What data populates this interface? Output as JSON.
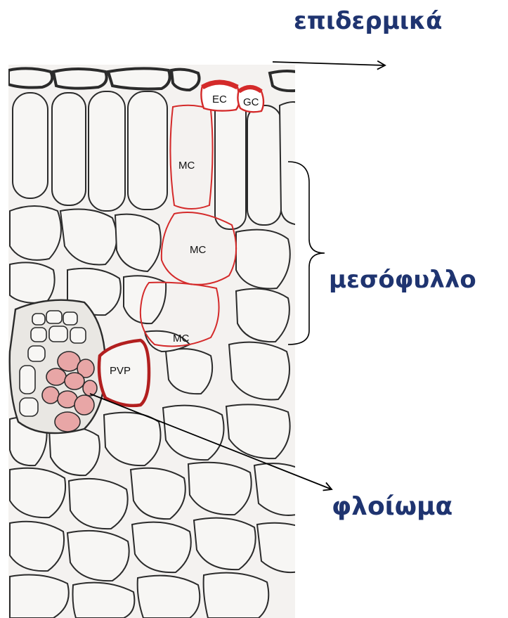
{
  "labels": {
    "epidermis": "επιδερμικά",
    "mesophyll": "μεσόφυλλο",
    "phloem": "φλοίωμα"
  },
  "cells": {
    "ec": "EC",
    "gc": "GC",
    "mc1": "MC",
    "mc2": "MC",
    "mc3": "MC",
    "pvp": "PVP"
  },
  "colors": {
    "label_text": "#1f3470",
    "highlight_outline": "#d42a2a",
    "highlight_fill": "#e8a6a6",
    "cell_outline": "#2b2b2b"
  }
}
